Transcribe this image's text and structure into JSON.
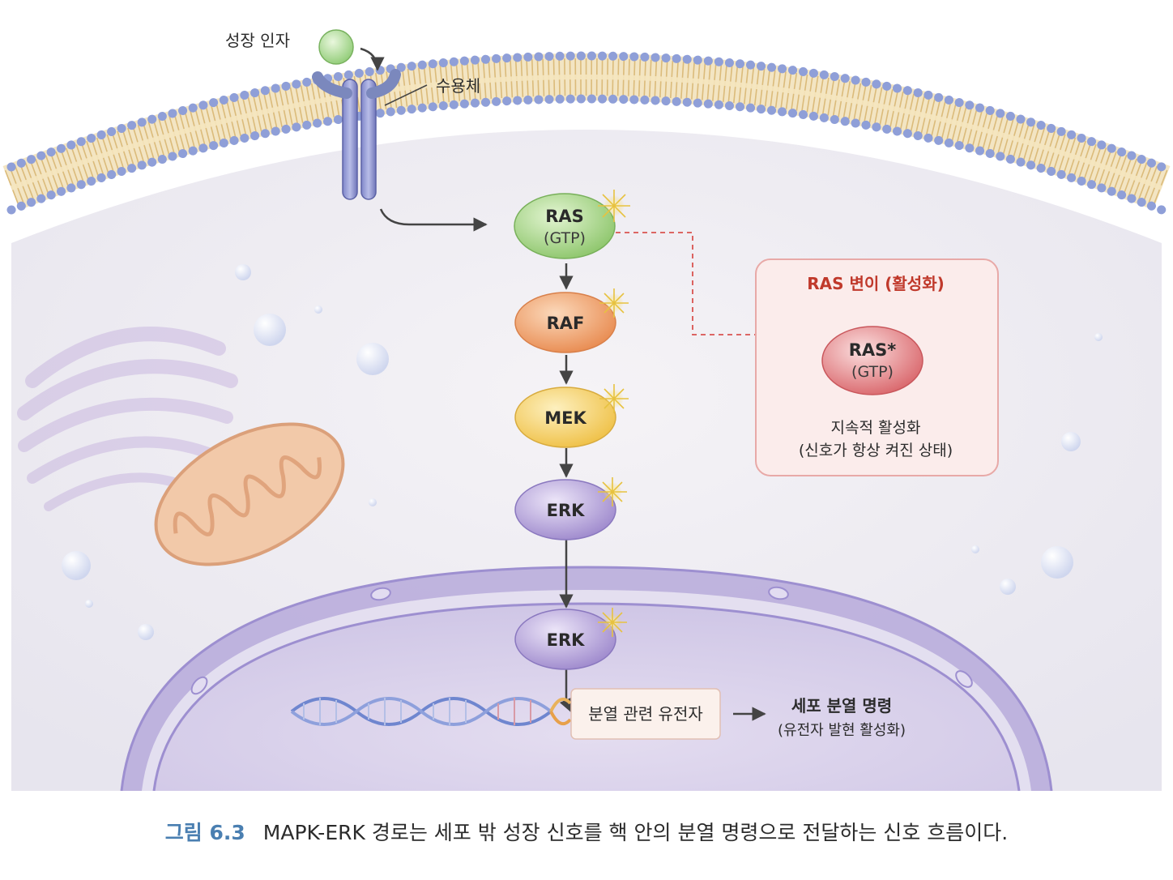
{
  "labels": {
    "growth_factor": "성장 인자",
    "receptor": "수용체"
  },
  "pathway": [
    {
      "name": "RAS",
      "sub": "(GTP)"
    },
    {
      "name": "RAF",
      "sub": ""
    },
    {
      "name": "MEK",
      "sub": ""
    },
    {
      "name": "ERK",
      "sub": ""
    },
    {
      "name": "ERK",
      "sub": ""
    }
  ],
  "mutation_box": {
    "title": "RAS 변이 (활성화)",
    "node_name": "RAS*",
    "node_sub": "(GTP)",
    "desc1": "지속적 활성화",
    "desc2": "(신호가 항상 켜진 상태)"
  },
  "gene_box": {
    "label": "분열 관련 유전자"
  },
  "outcome": {
    "title": "세포 분열 명령",
    "sub": "(유전자 발현 활성화)"
  },
  "caption": {
    "figure": "그림 6.3",
    "text": "MAPK-ERK 경로는 세포 밖 성장 신호를 핵 안의 분열 명령으로 전달하는 신호 흐름이다."
  },
  "colors": {
    "ras": "#9ed27c",
    "raf": "#f0a060",
    "mek": "#f3cf5c",
    "erk": "#ad9ad6",
    "ras_mutant": "#e58a8a",
    "mutation_title": "#c0392b",
    "caption_figure": "#4a7fb1"
  }
}
